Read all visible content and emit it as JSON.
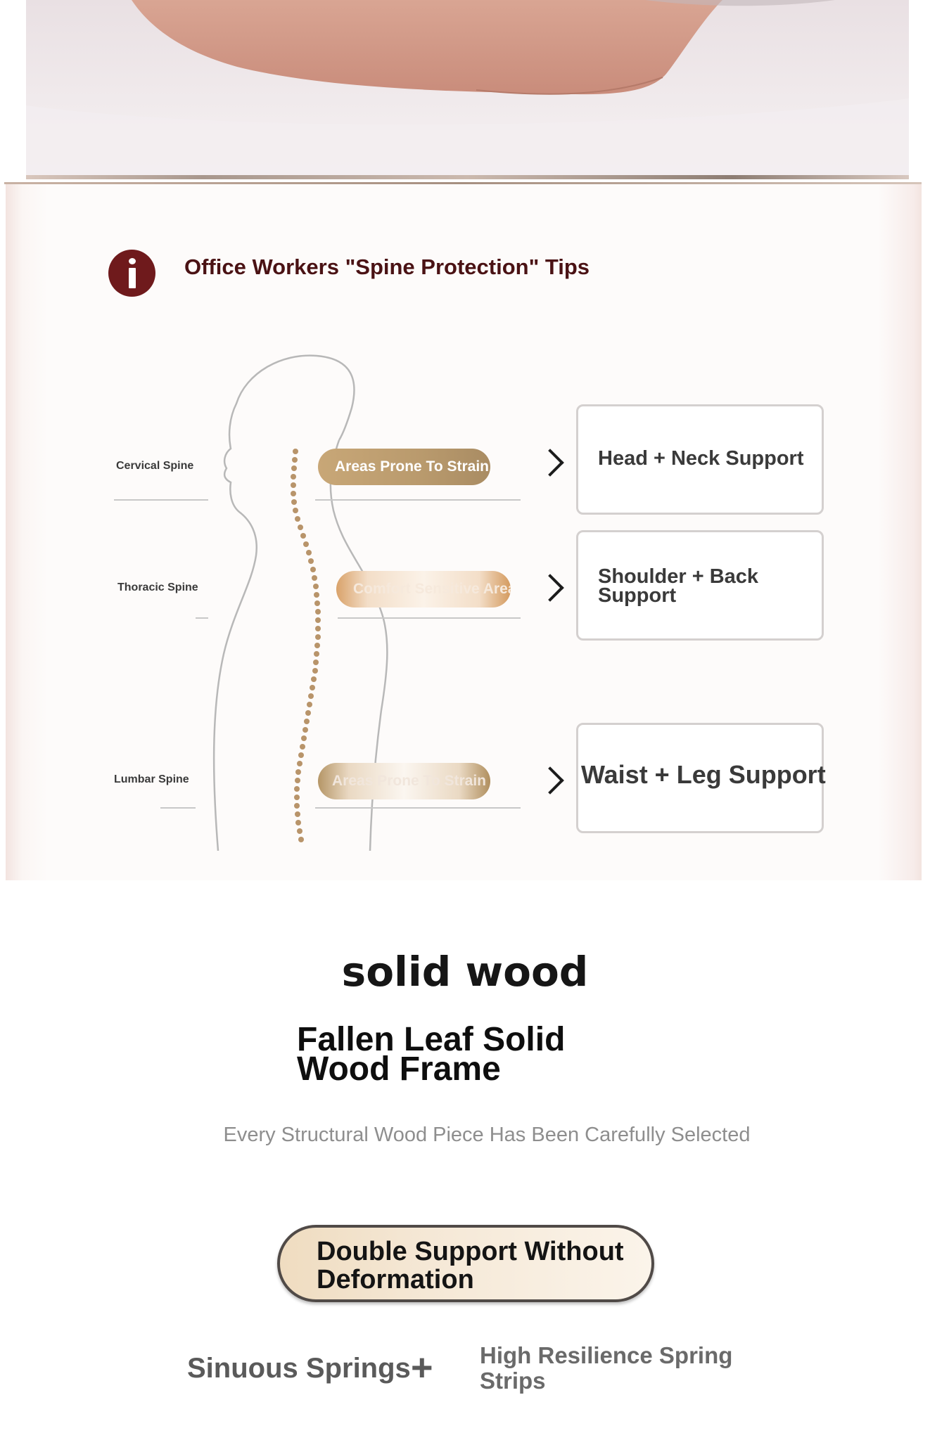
{
  "tips": {
    "title": "Office Workers \"Spine Protection\" Tips",
    "spine_labels": {
      "cervical": "Cervical Spine",
      "thoracic": "Thoracic Spine",
      "lumbar": "Lumbar Spine"
    },
    "pills": {
      "cervical": "Areas Prone To Strain",
      "thoracic": "Comfort Sensitive Area",
      "lumbar": "Areas Prone To Strain"
    },
    "supports": {
      "cervical": "Head + Neck Support",
      "thoracic": "Shoulder + Back Support",
      "lumbar": "Waist + Leg Support"
    }
  },
  "wood": {
    "heading": "solid wood",
    "title": "Fallen Leaf Solid Wood Frame",
    "subtitle": "Every Structural Wood Piece Has Been Carefully Selected"
  },
  "support": {
    "badge": "Double Support Without Deformation",
    "left": "Sinuous Springs",
    "plus": "+",
    "right": "High Resilience Spring Strips"
  },
  "colors": {
    "accent_dark_red": "#6f1a1c",
    "title_red": "#4a1214",
    "gold_pill": "#c8a777",
    "badge_cream": "#f5e8d6"
  },
  "icons": {
    "info": "info-icon",
    "arrow": "chevron-right-icon"
  }
}
